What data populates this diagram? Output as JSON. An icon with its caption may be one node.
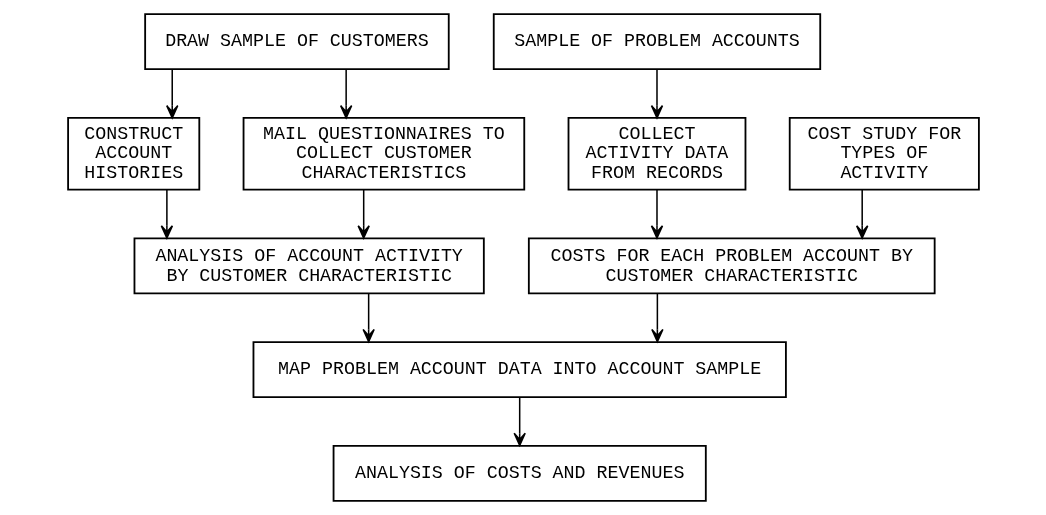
{
  "diagram": {
    "nodes": [
      {
        "text": [
          "DRAW SAMPLE OF CUSTOMERS"
        ]
      },
      {
        "text": [
          "SAMPLE OF PROBLEM ACCOUNTS"
        ]
      },
      {
        "text": [
          "CONSTRUCT ACCOUNT HISTORIES"
        ]
      },
      {
        "text": [
          "MAIL QUESTIONNAIRES TO COLLECT CUSTOMER CHARACTERISTICS"
        ]
      },
      {
        "text": [
          "COLLECT ACTIVITY DATA FROM RECORDS"
        ]
      },
      {
        "text": [
          "COST STUDY FOR TYPES OF ACTIVITY"
        ]
      },
      {
        "text": [
          "ANALYSIS OF ACCOUNT ACTIVITY BY CUSTOMER CHARACTERISTIC"
        ]
      },
      {
        "text": [
          "COSTS FOR EACH PROBLEM ACCOUNT BY CUSTOMER CHARACTERISTIC"
        ]
      },
      {
        "text": [
          "MAP PROBLEM ACCOUNT DATA INTO ACCOUNT SAMPLE"
        ]
      },
      {
        "text": [
          "ANALYSIS OF COSTS AND REVENUES"
        ]
      }
    ],
    "edges": [
      {
        "from": 0,
        "to": 2,
        "arrow": "to"
      },
      {
        "from": 0,
        "to": 3,
        "arrow": "to"
      },
      {
        "from": 1,
        "to": 4,
        "arrow": "to"
      },
      {
        "from": 2,
        "to": 6,
        "arrow": "to"
      },
      {
        "from": 3,
        "to": 6,
        "arrow": "to"
      },
      {
        "from": 4,
        "to": 7,
        "arrow": "to"
      },
      {
        "from": 5,
        "to": 7,
        "arrow": "to"
      },
      {
        "from": 6,
        "to": 8,
        "arrow": "to"
      },
      {
        "from": 7,
        "to": 8,
        "arrow": "to"
      },
      {
        "from": 8,
        "to": 9,
        "arrow": "to"
      }
    ]
  }
}
